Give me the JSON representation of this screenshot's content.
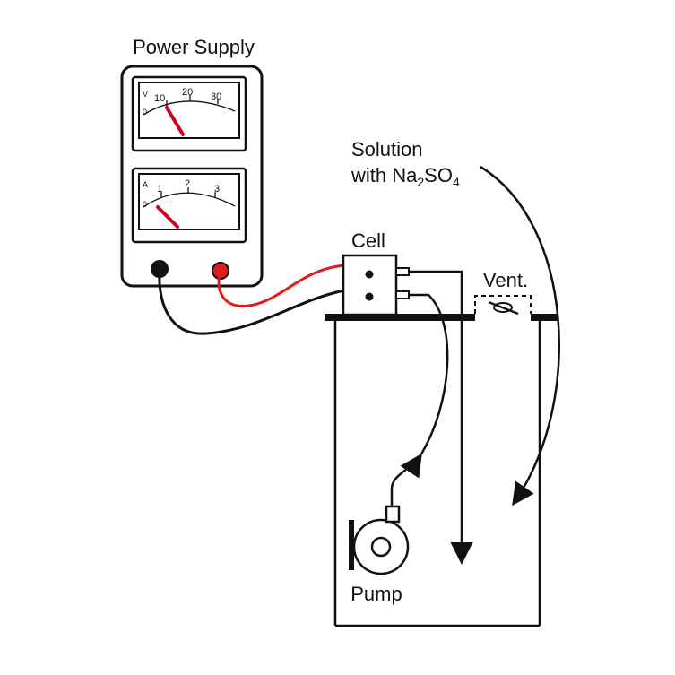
{
  "power_supply": {
    "title": "Power Supply",
    "voltmeter": {
      "unit_label": "V",
      "scale": [
        "0",
        "10",
        "20",
        "30"
      ]
    },
    "ammeter": {
      "unit_label": "A",
      "scale": [
        "0",
        "1",
        "2",
        "3"
      ]
    }
  },
  "cell": {
    "label": "Cell"
  },
  "solution": {
    "line1": "Solution",
    "line2_prefix": "with Na",
    "sub1": "2",
    "mid": "SO",
    "sub2": "4"
  },
  "vent": {
    "label": "Vent."
  },
  "pump": {
    "label": "Pump"
  },
  "colors": {
    "wire_positive": "#e01b1b",
    "wire_negative": "#111111",
    "needle": "#d0021b"
  }
}
